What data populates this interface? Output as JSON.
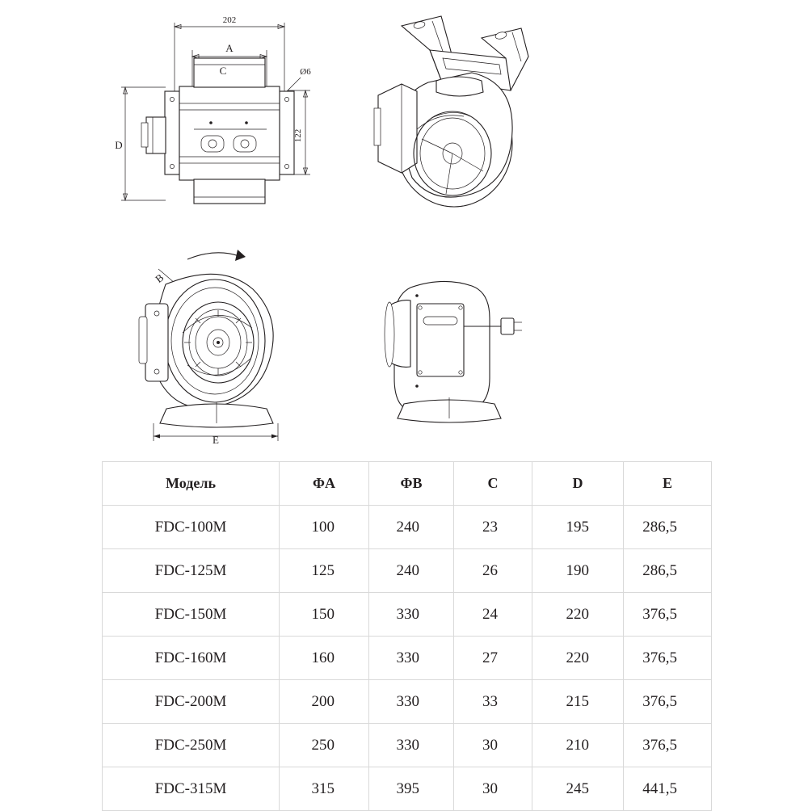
{
  "document": {
    "kind": "technical-drawing-with-spec-table",
    "views": [
      {
        "name": "top-view-with-dimensions",
        "labels": [
          "202",
          "A",
          "C",
          "Ø6",
          "D",
          "122"
        ]
      },
      {
        "name": "isometric-view-with-brackets",
        "labels": []
      },
      {
        "name": "front-view-impeller",
        "labels": [
          "B",
          "E"
        ]
      },
      {
        "name": "rear-view-terminal-box",
        "labels": []
      }
    ]
  },
  "drawing": {
    "dim_202": "202",
    "dim_A": "A",
    "dim_C": "C",
    "dim_d6": "Ø6",
    "dim_D": "D",
    "dim_122": "122",
    "dim_B": "B",
    "dim_E": "E"
  },
  "table": {
    "headers": [
      "Модель",
      "ΦА",
      "ΦВ",
      "C",
      "D",
      "E"
    ],
    "rows": [
      {
        "model": "FDC-100M",
        "a": "100",
        "b": "240",
        "c": "23",
        "d": "195",
        "e": "286,5"
      },
      {
        "model": "FDC-125M",
        "a": "125",
        "b": "240",
        "c": "26",
        "d": "190",
        "e": "286,5"
      },
      {
        "model": "FDC-150M",
        "a": "150",
        "b": "330",
        "c": "24",
        "d": "220",
        "e": "376,5"
      },
      {
        "model": "FDC-160M",
        "a": "160",
        "b": "330",
        "c": "27",
        "d": "220",
        "e": "376,5"
      },
      {
        "model": "FDC-200M",
        "a": "200",
        "b": "330",
        "c": "33",
        "d": "215",
        "e": "376,5"
      },
      {
        "model": "FDC-250M",
        "a": "250",
        "b": "330",
        "c": "30",
        "d": "210",
        "e": "376,5"
      },
      {
        "model": "FDC-315M",
        "a": "315",
        "b": "395",
        "c": "30",
        "d": "245",
        "e": "441,5"
      }
    ]
  },
  "colors": {
    "ink": "#231f20",
    "grid": "#d9d9d9",
    "background": "#ffffff"
  }
}
